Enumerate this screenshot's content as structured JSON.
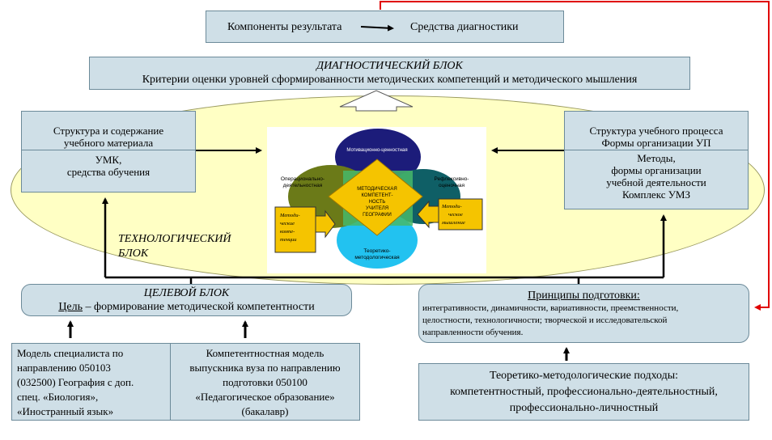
{
  "result": {
    "components": "Компоненты результата",
    "tools": "Средства диагностики"
  },
  "diagnostic": {
    "title": "ДИАГНОСТИЧЕСКИЙ БЛОК",
    "criteria": "Критерии оценки  уровней сформированности методических компетенций и методического мышления"
  },
  "left_block": {
    "title_line1": "Структура и содержание",
    "title_line2": "учебного материала",
    "body_line1": "УМК,",
    "body_line2": "средства обучения"
  },
  "right_block": {
    "title_line1": "Структура учебного процесса",
    "title_line2": "Формы организации УП",
    "body_line1": "Методы,",
    "body_line2": "формы организации",
    "body_line3": "учебной деятельности",
    "body_line4": "Комплекс УМЗ"
  },
  "tech_block": {
    "line1": "ТЕХНОЛОГИЧЕСКИЙ",
    "line2": "БЛОК"
  },
  "center": {
    "top_petal": "Мотивационно-ценностная",
    "left_petal_line1": "Операционально-",
    "left_petal_line2": "деятельностная",
    "right_petal_line1": "Рефлексивно-",
    "right_petal_line2": "оценочная",
    "bottom_petal_line1": "Теоретико-",
    "bottom_petal_line2": "методологическая",
    "core_line1": "МЕТОДИЧЕСКАЯ",
    "core_line2": "КОМПЕТЕНТ-",
    "core_line3": "НОСТЬ",
    "core_line4": "УЧИТЕЛЯ",
    "core_line5": "ГЕОГРАФИИ",
    "left_tag_line1": "Методи-",
    "left_tag_line2": "ческие",
    "left_tag_line3": "компе-",
    "left_tag_line4": "тенции",
    "right_tag_line1": "Методи-",
    "right_tag_line2": "ческое",
    "right_tag_line3": "мышление"
  },
  "target_block": {
    "title": "ЦЕЛЕВОЙ БЛОК",
    "goal_label": "Цель",
    "goal_text": " – формирование методической компетентности"
  },
  "principles": {
    "title": "Принципы подготовки:",
    "line1": "интегративности, динамичности, вариативности, преемственности,",
    "line2": "целостности, технологичности; творческой и исследовательской",
    "line3": "направленности обучения."
  },
  "model_left": {
    "line1": "Модель специалиста по",
    "line2": "направлению 050103",
    "line3": "(032500) География с доп.",
    "line4": "спец. «Биология»,",
    "line5": "«Иностранный язык»"
  },
  "model_right": {
    "line1": "Компетентностная модель",
    "line2": "выпускника вуза по направлению",
    "line3": "подготовки 050100",
    "line4": "«Педагогическое образование»",
    "line5": "(бакалавр)"
  },
  "approaches": {
    "line1": "Теоретико-методологические подходы:",
    "line2": "компетентностный, профессионально-деятельностный,",
    "line3": "профессионально-личностный"
  },
  "colors": {
    "box_fill": "#cfdfe7",
    "ellipse_fill": "#ffffc4",
    "feedback_arrow": "#e00000",
    "core_diamond": "#f5c400",
    "top_petal": "#1c1c7a",
    "left_petal": "#6b7a18",
    "right_petal": "#0f5f66",
    "bottom_petal": "#22c2f0"
  }
}
